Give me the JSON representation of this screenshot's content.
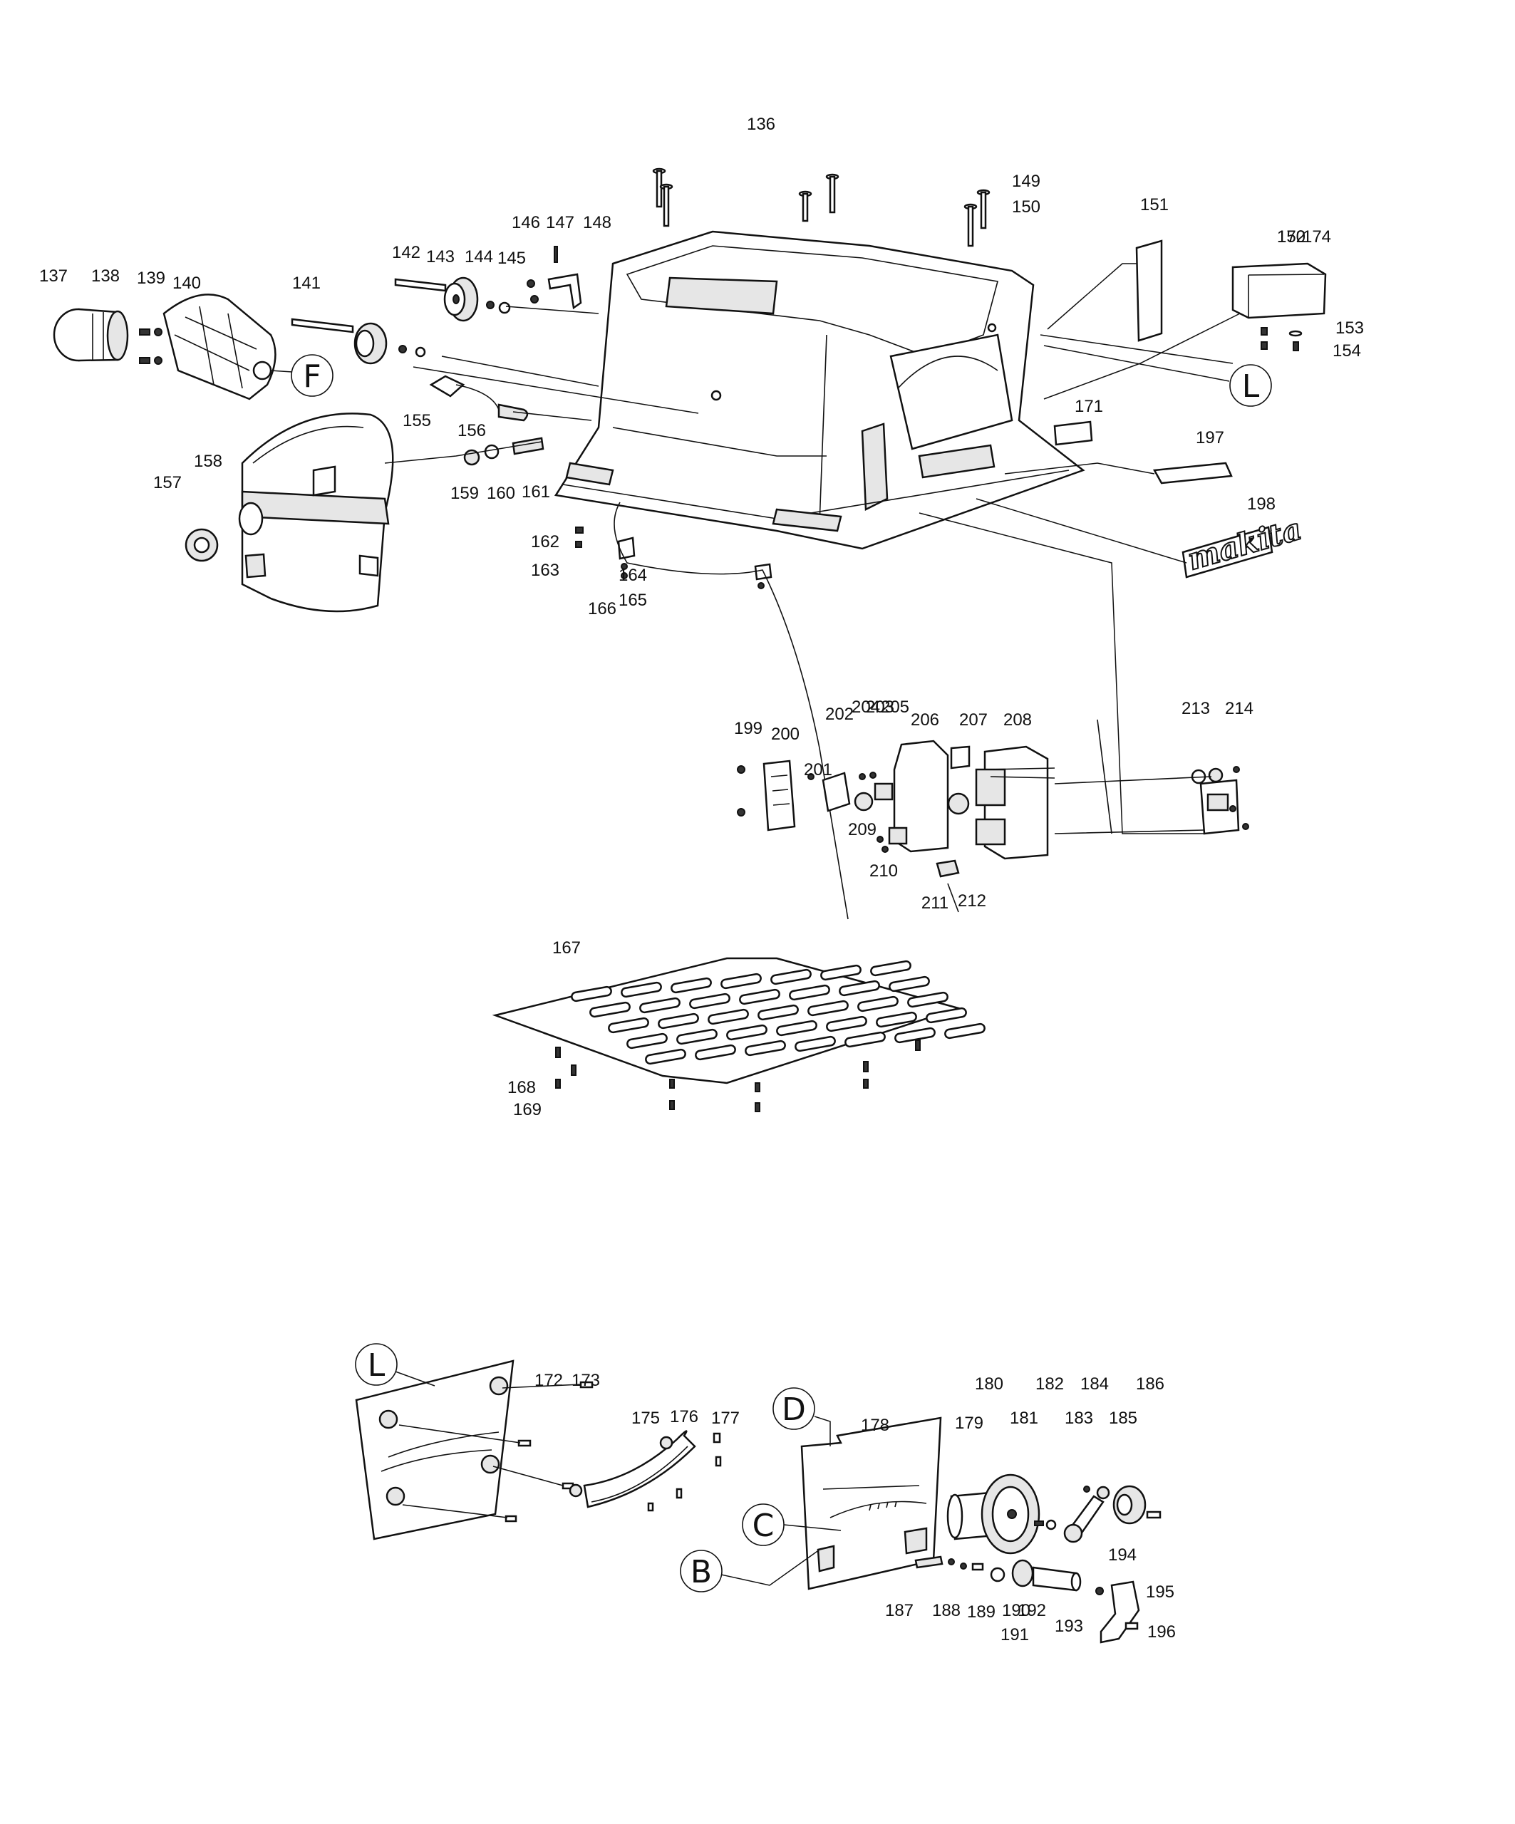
{
  "diagram": {
    "callout_labels": [
      "136",
      "137",
      "138",
      "139",
      "140",
      "141",
      "142",
      "143",
      "144",
      "145",
      "146",
      "147",
      "148",
      "149",
      "150",
      "151",
      "152",
      "153",
      "154",
      "155",
      "156",
      "157",
      "158",
      "159",
      "160",
      "161",
      "162",
      "163",
      "164",
      "165",
      "166",
      "167",
      "168",
      "169",
      "170",
      "171",
      "172",
      "173",
      "174",
      "175",
      "176",
      "177",
      "178",
      "179",
      "180",
      "181",
      "182",
      "183",
      "184",
      "185",
      "186",
      "187",
      "188",
      "189",
      "190",
      "191",
      "192",
      "193",
      "194",
      "195",
      "196",
      "197",
      "198",
      "199",
      "200",
      "201",
      "202",
      "203",
      "204",
      "205",
      "206",
      "207",
      "208",
      "209",
      "210",
      "211",
      "212",
      "213",
      "214"
    ],
    "reference_letters": [
      "F",
      "L",
      "L",
      "D",
      "C",
      "B"
    ],
    "logo_text": "makita"
  }
}
